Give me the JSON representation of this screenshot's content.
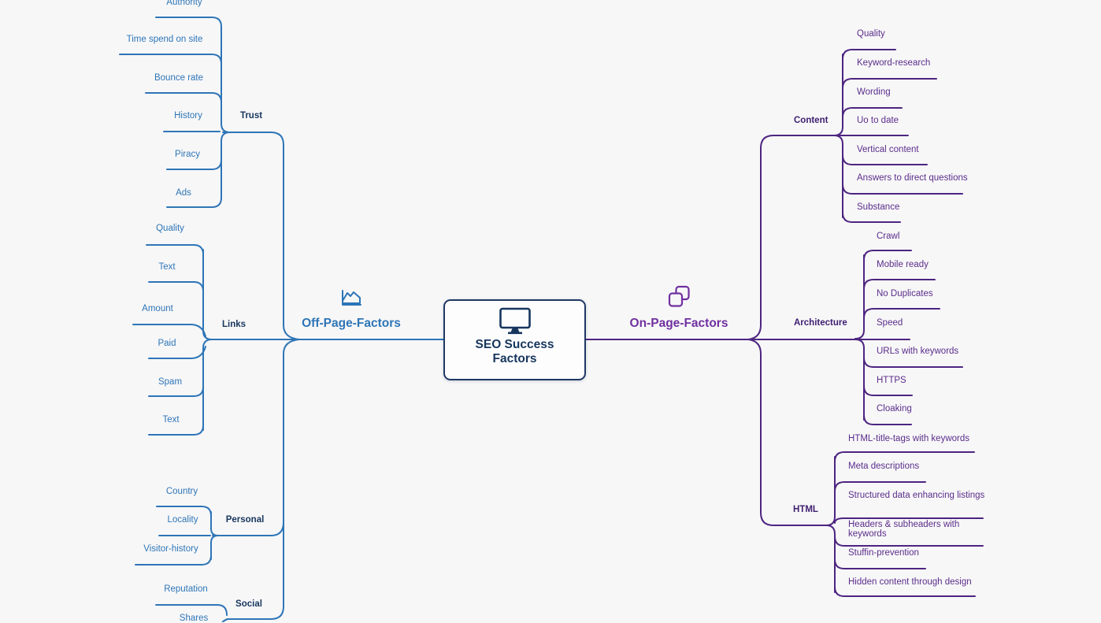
{
  "center": {
    "title": "SEO Success Factors",
    "icon": "monitor-icon"
  },
  "left": {
    "label": "Off-Page-Factors",
    "icon": "area-chart-icon",
    "groups": [
      {
        "label": "Trust",
        "items": [
          "Authority",
          "Time spend on site",
          "Bounce rate",
          "History",
          "Piracy",
          "Ads"
        ]
      },
      {
        "label": "Links",
        "items": [
          "Quality",
          "Text",
          "Amount",
          "Paid",
          "Spam",
          "Text"
        ]
      },
      {
        "label": "Personal",
        "items": [
          "Country",
          "Locality",
          "Visitor-history"
        ]
      },
      {
        "label": "Social",
        "items": [
          "Reputation",
          "Shares"
        ]
      }
    ]
  },
  "right": {
    "label": "On-Page-Factors",
    "icon": "pages-icon",
    "groups": [
      {
        "label": "Content",
        "items": [
          "Quality",
          "Keyword-research",
          "Wording",
          "Uo to date",
          "Vertical content",
          "Answers to direct questions",
          "Substance"
        ]
      },
      {
        "label": "Architecture",
        "items": [
          "Crawl",
          "Mobile ready",
          "No Duplicates",
          "Speed",
          "URLs with keywords",
          "HTTPS",
          "Cloaking"
        ]
      },
      {
        "label": "HTML",
        "items": [
          "HTML-title-tags with keywords",
          "Meta descriptions",
          "Structured data enhancing listings",
          "Headers &amp; subheaders with keywords",
          "Stuffin-prevention",
          "Hidden content through design"
        ]
      }
    ]
  },
  "palette": {
    "background": "#f7f7f8",
    "blue_line": "#2e75b6",
    "blue_text": "#2e75b6",
    "navy": "#17365d",
    "purple_line": "#4d2580",
    "purple_text": "#5b2d8a",
    "purple_label": "#3e1e70",
    "purple_bright": "#7030a0"
  }
}
